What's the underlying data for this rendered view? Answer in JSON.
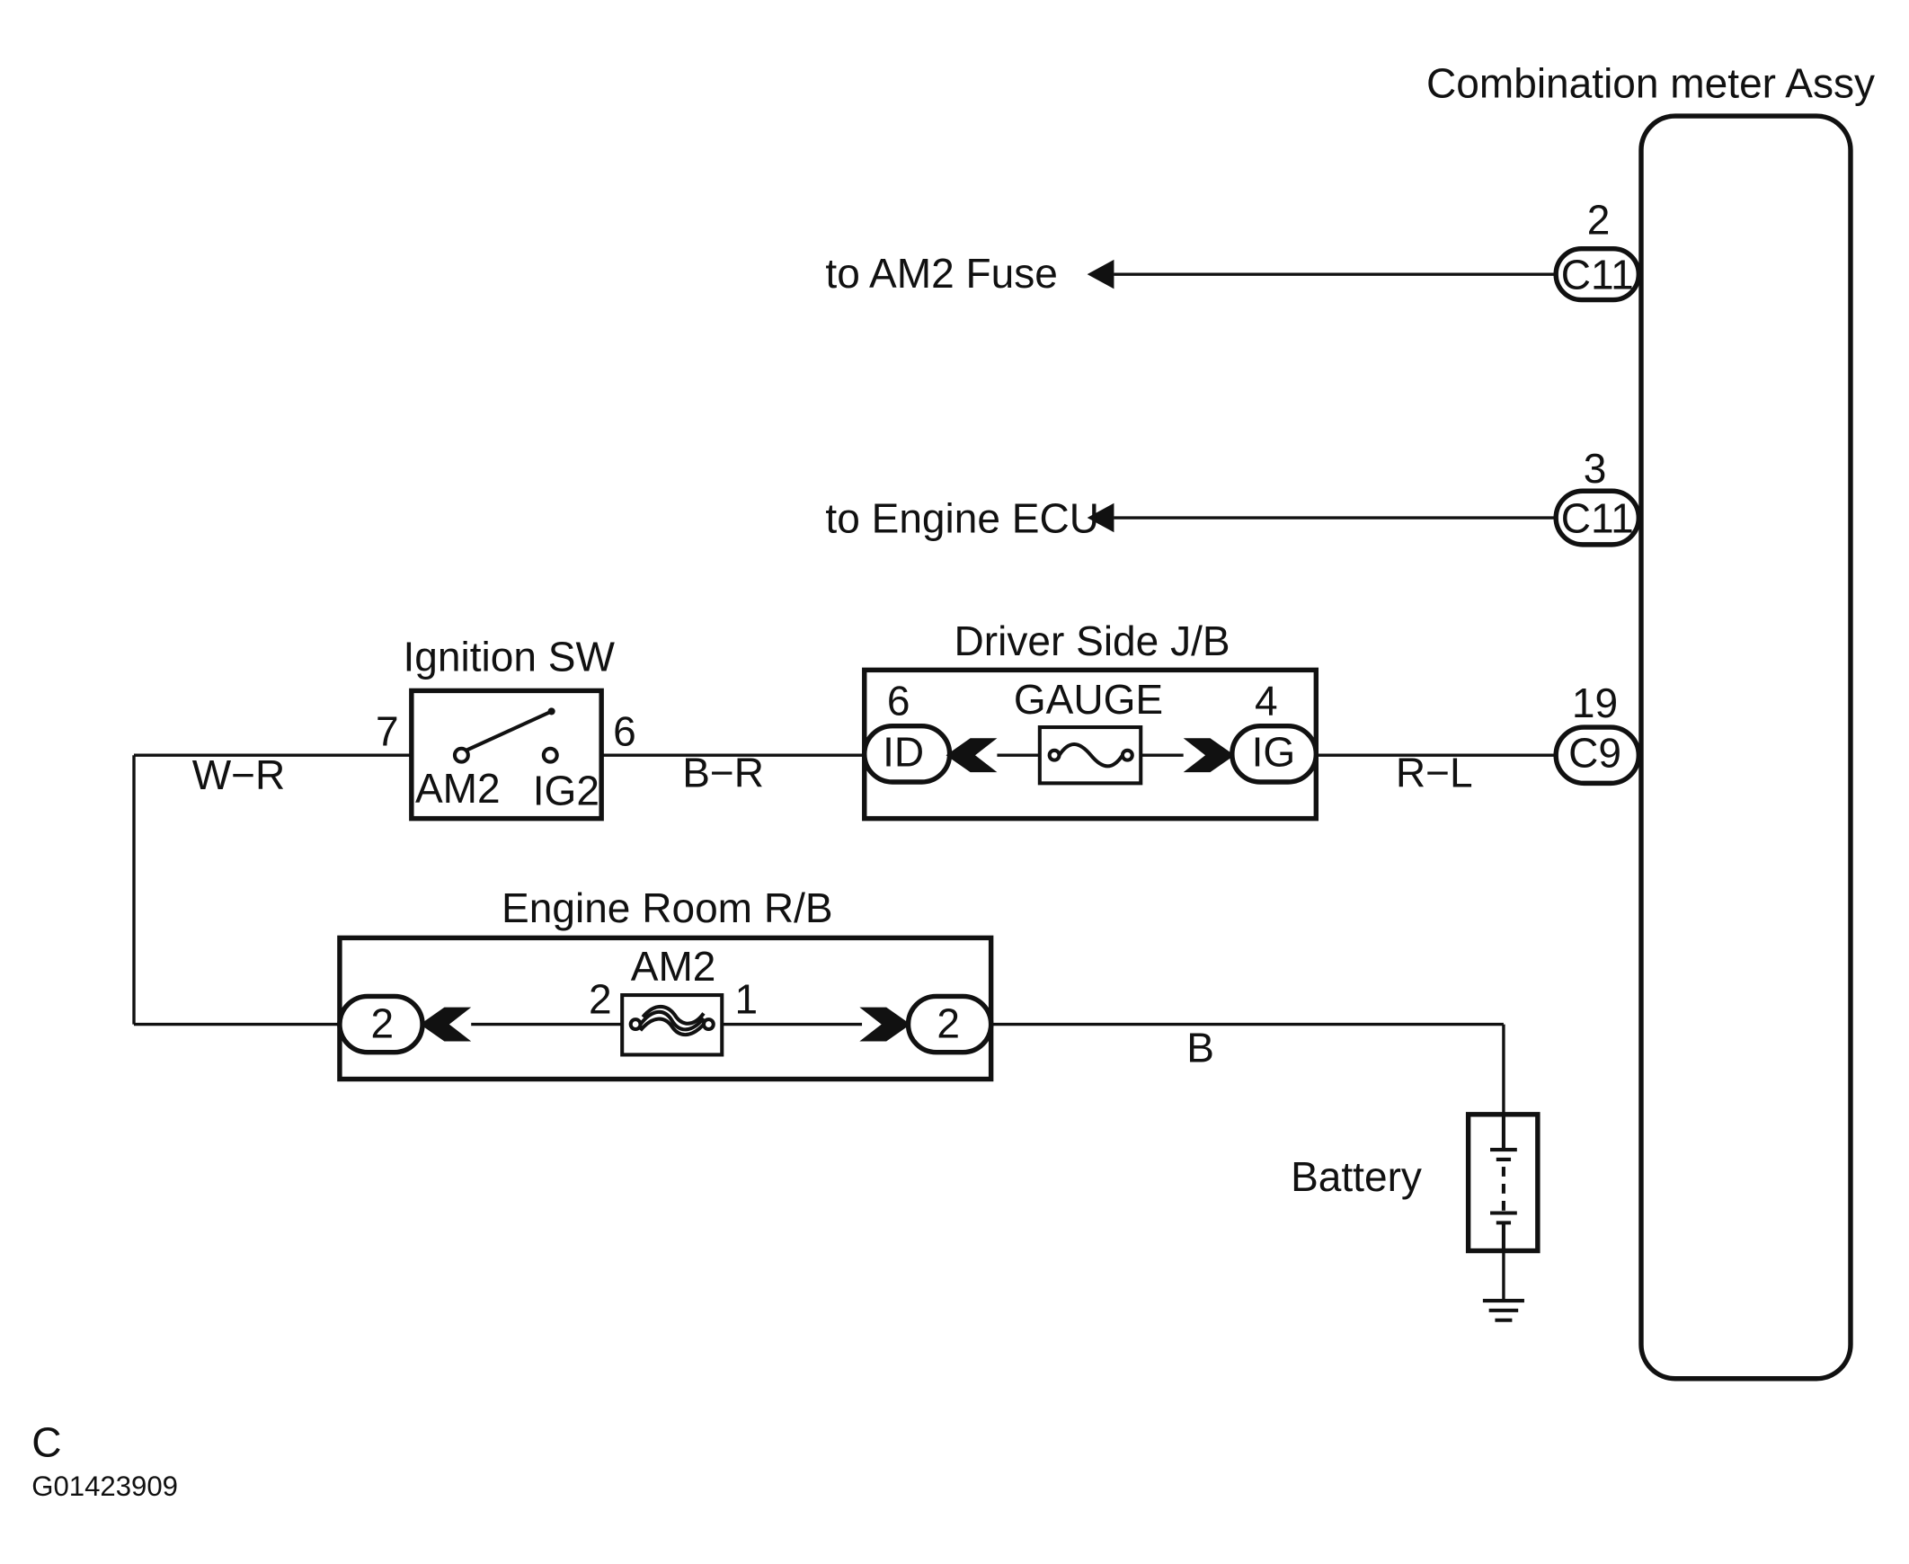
{
  "components": {
    "combination_meter": "Combination meter Assy",
    "ignition_switch": {
      "title": "Ignition SW",
      "terminal_in_pin": "7",
      "terminal_out_pin": "6",
      "terminal_in_name": "AM2",
      "terminal_out_name": "IG2"
    },
    "driver_jb": {
      "title": "Driver Side J/B",
      "fuse_name": "GAUGE",
      "left_connector": "ID",
      "left_pin": "6",
      "right_connector": "IG",
      "right_pin": "4"
    },
    "engine_rb": {
      "title": "Engine Room R/B",
      "fuse_name": "AM2",
      "fuse_left_pin": "2",
      "fuse_right_pin": "1",
      "left_connector": "2",
      "right_connector": "2"
    },
    "battery": "Battery"
  },
  "connectors": {
    "c11_top": {
      "id": "C11",
      "pin": "2"
    },
    "c11_mid": {
      "id": "C11",
      "pin": "3"
    },
    "c9": {
      "id": "C9",
      "pin": "19"
    }
  },
  "destinations": {
    "am2_fuse": "to AM2 Fuse",
    "engine_ecu": "to Engine ECU"
  },
  "wires": {
    "w_r": "W−R",
    "b_r": "B−R",
    "r_l": "R−L",
    "b": "B"
  },
  "footer": {
    "code": "C",
    "figure_id": "G01423909"
  }
}
